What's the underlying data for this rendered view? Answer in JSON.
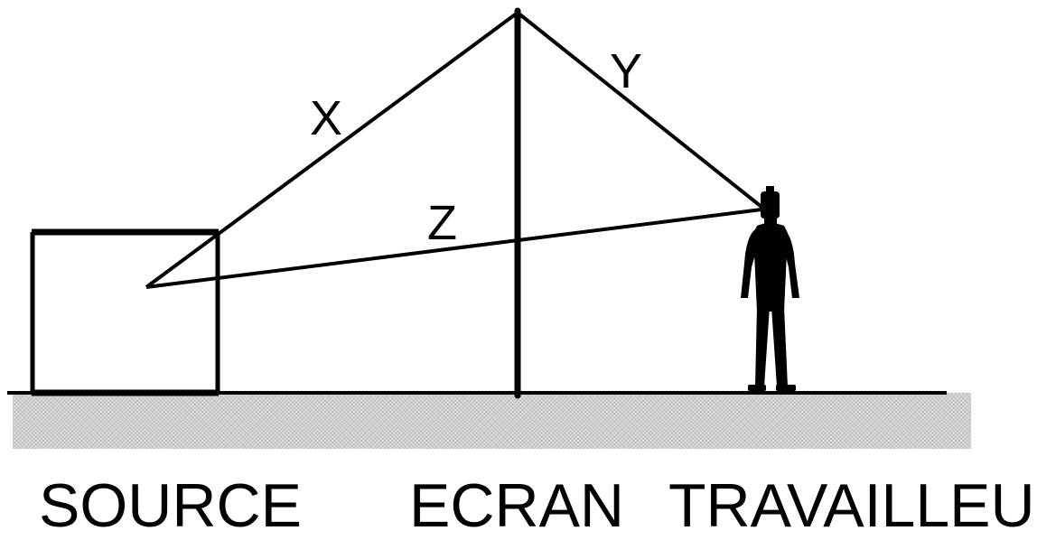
{
  "diagram": {
    "labels": {
      "source": "SOURCE",
      "screen": "ECRAN",
      "worker": "TRAVAILLEU"
    },
    "segments": {
      "x": "X",
      "y": "Y",
      "z": "Z"
    }
  }
}
